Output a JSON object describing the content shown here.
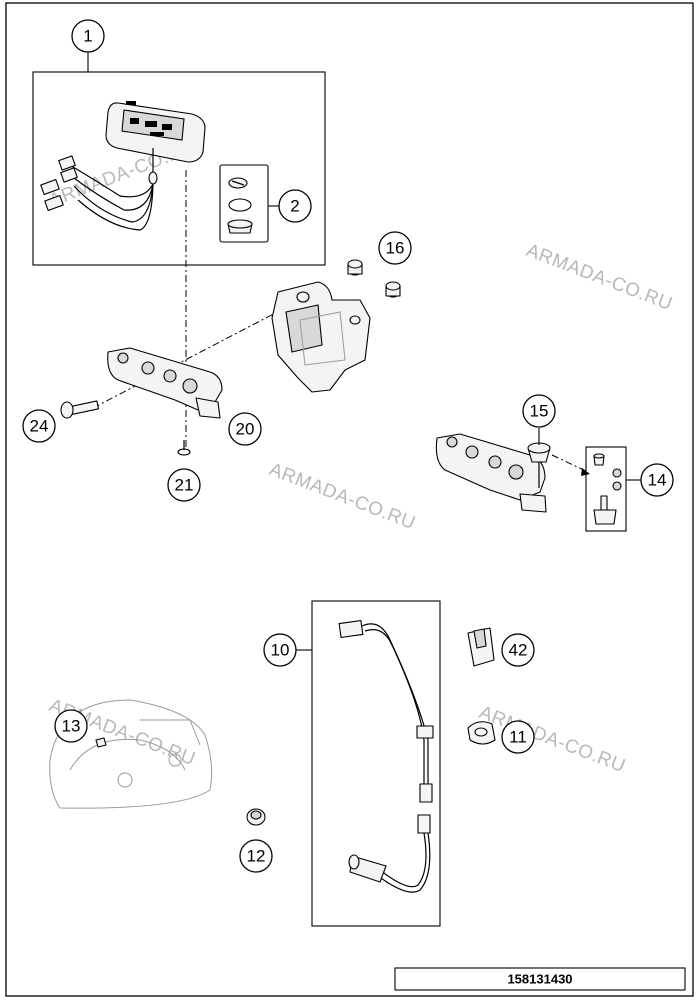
{
  "callouts": [
    {
      "id": "1",
      "label": "1"
    },
    {
      "id": "2",
      "label": "2"
    },
    {
      "id": "16",
      "label": "16"
    },
    {
      "id": "24",
      "label": "24"
    },
    {
      "id": "20",
      "label": "20"
    },
    {
      "id": "21",
      "label": "21"
    },
    {
      "id": "15",
      "label": "15"
    },
    {
      "id": "14",
      "label": "14"
    },
    {
      "id": "10",
      "label": "10"
    },
    {
      "id": "42",
      "label": "42"
    },
    {
      "id": "13",
      "label": "13"
    },
    {
      "id": "11",
      "label": "11"
    },
    {
      "id": "12",
      "label": "12"
    }
  ],
  "watermarks": [
    "ARMADA-CO.RU",
    "ARMADA-CO.RU",
    "ARMADA-CO.RU",
    "ARMADA-CO.RU"
  ],
  "document_number": "158131430"
}
